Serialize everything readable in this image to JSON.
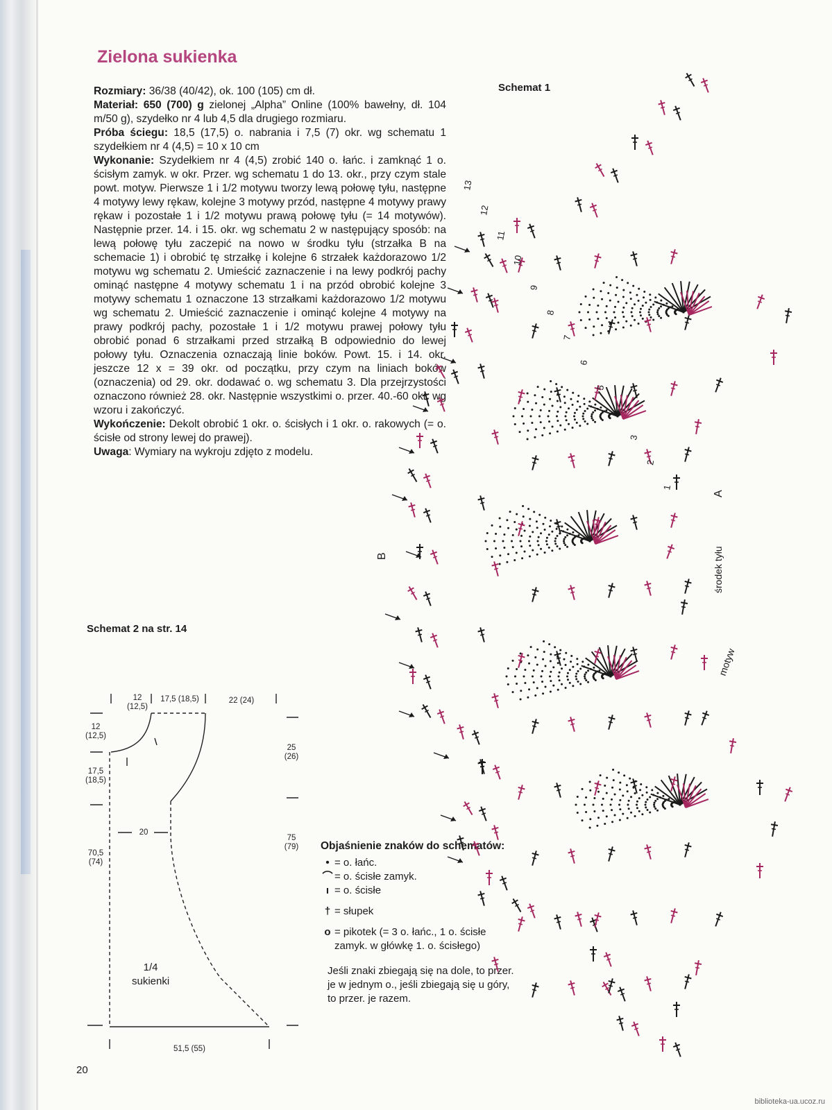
{
  "title": "Zielona sukienka",
  "body": [
    {
      "label": "Rozmiary:",
      "text": " 36/38 (40/42), ok. 100 (105) cm dł."
    },
    {
      "label": "Materiał: 650 (700) g",
      "text": " zielonej „Alpha” Online (100% bawełny, dł. 104 m/50 g), szydełko nr 4 lub 4,5 dla drugiego rozmiaru."
    },
    {
      "label": "Próba ściegu:",
      "text": " 18,5 (17,5) o. nabrania i 7,5 (7) okr. wg schematu 1 szydełkiem nr 4 (4,5) = 10 x 10 cm"
    },
    {
      "label": "Wykonanie:",
      "text": " Szydełkiem nr 4 (4,5) zrobić 140 o. łańc. i zamknąć 1 o. ścisłym zamyk. w okr. Przer. wg schematu 1 do 13. okr., przy czym stale powt. motyw. Pierwsze 1 i 1/2 motywu tworzy lewą połowę tyłu, następne 4 motywy lewy rękaw, kolejne 3 motywy przód, następne 4 motywy prawy rękaw i pozostałe 1 i 1/2 motywu prawą połowę tyłu (= 14 motywów). Następnie przer. 14. i 15. okr. wg schematu 2 w następujący sposób: na lewą połowę tyłu zaczepić na nowo w środku tyłu (strzałka B na schemacie 1) i obrobić tę strzałkę i kolejne 6 strzałek każdorazowo 1/2 motywu wg schematu 2. Umieścić zaznaczenie i na lewy podkrój pachy ominąć następne 4 motywy schematu 1 i na przód obrobić kolejne 3 motywy schematu 1 oznaczone 13 strzałkami każdorazowo 1/2 motywu wg schematu 2. Umieścić zaznaczenie i ominąć kolejne 4 motywy na prawy podkrój pachy, pozostałe 1 i 1/2 motywu prawej połowy tyłu obrobić ponad 6 strzałkami przed strzałką B odpowiednio do lewej połowy tyłu. Oznaczenia oznaczają linie boków. Powt. 15. i 14. okr. jeszcze 12 x = 39 okr. od początku, przy czym na liniach boków (oznaczenia) od 29. okr. dodawać o. wg schematu 3. Dla przejrzystości oznaczono również 28. okr. Następnie wszystkimi o. przer. 40.-60 okr. wg wzoru i zakończyć."
    },
    {
      "label": "Wykończenie:",
      "text": " Dekolt obrobić 1 okr. o. ścisłych i 1 okr. o. rakowych (= o. ścisłe od strony lewej do prawej)."
    },
    {
      "label": "Uwaga",
      "text": ": Wymiary na wykroju zdjęto z modelu."
    }
  ],
  "schemat2_note": "Schemat 2 na str. 14",
  "pattern": {
    "top_labels": [
      "12\n(12,5)",
      "17,5 (18,5)",
      "22 (24)"
    ],
    "left_labels": [
      "12\n(12,5)",
      "17,5\n(18,5)",
      "70,5\n(74)"
    ],
    "right_labels": [
      "25\n(26)",
      "75\n(79)"
    ],
    "width_label": "20",
    "bottom_label": "51,5 (55)",
    "center_label": "1/4\nsukienki"
  },
  "legend": {
    "title": "Objaśnienie znaków do schematów:",
    "items": [
      {
        "icon": "chain-dot-icon",
        "symbol": "•",
        "text": "= o. łańc."
      },
      {
        "icon": "slip-stitch-icon",
        "symbol": "⌒",
        "text": "= o. ścisłe zamyk."
      },
      {
        "icon": "single-crochet-icon",
        "symbol": "ı",
        "text": "= o. ścisłe"
      },
      {
        "icon": "double-crochet-icon",
        "symbol": "†",
        "text": "= słupek"
      },
      {
        "icon": "picot-icon",
        "symbol": "o",
        "text": "= pikotek (= 3 o. łańc., 1 o. ścisłe zamyk. w główkę 1. o. ścisłego)"
      }
    ],
    "note": "Jeśli znaki zbiegają się na dole, to przer. je w jednym o., jeśli zbiegają się u góry, to przer. je razem."
  },
  "diagram": {
    "title": "Schemat 1",
    "label_A": "A",
    "label_B": "B",
    "label_center": "środek tyłu",
    "label_motif": "motyw",
    "round_numbers": [
      "1",
      "2",
      "3",
      "4",
      "5",
      "6",
      "7",
      "8",
      "9",
      "10",
      "11",
      "12",
      "13"
    ],
    "colors": {
      "black": "#1a1a1a",
      "accent": "#a6275f"
    }
  },
  "page_number": "20",
  "watermark": "biblioteka-ua.ucoz.ru"
}
